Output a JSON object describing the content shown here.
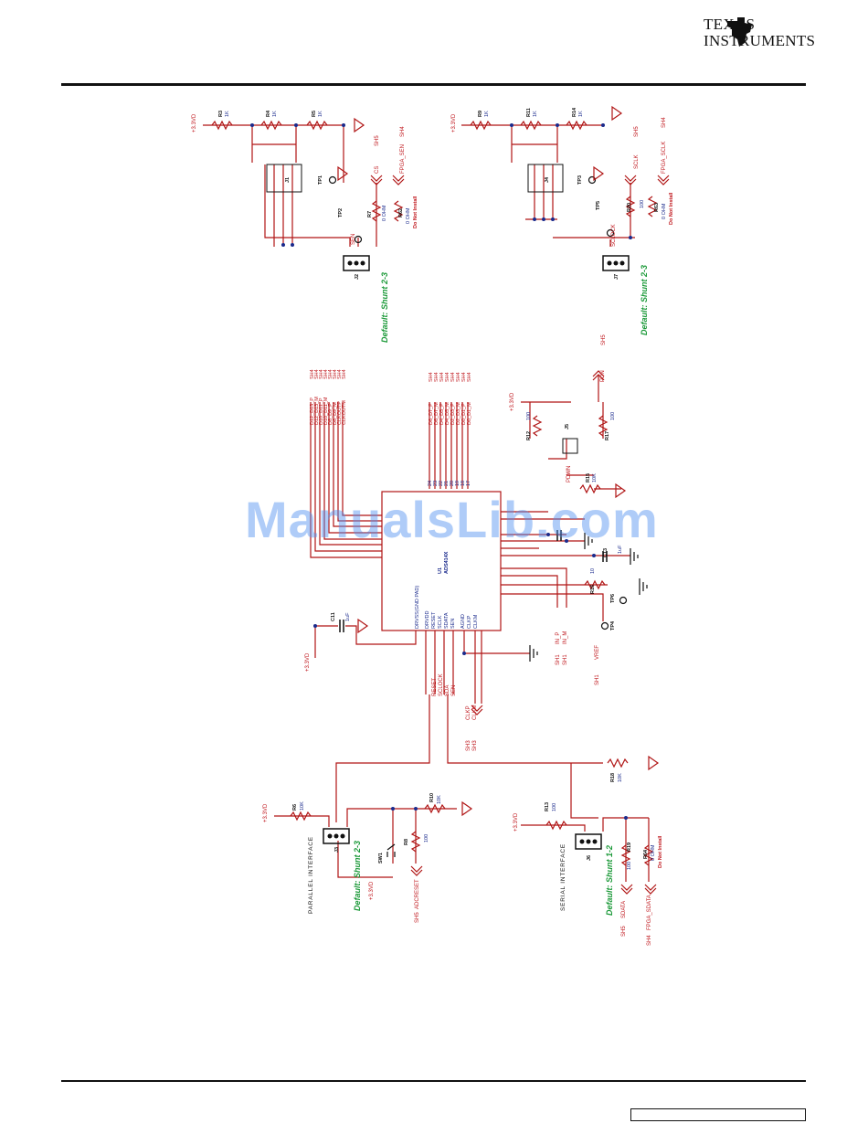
{
  "brand": {
    "line1": "TEXAS",
    "line2": "INSTRUMENTS",
    "logo_icon": "ti-logo-icon"
  },
  "watermark": "ManualsLib.com",
  "colors": {
    "wire": "#b01515",
    "text_red": "#c0181e",
    "text_blue": "#1a2a8c",
    "default_green": "#1d9a3a",
    "rule": "#111111"
  },
  "labels": {
    "vdd": "+3.3VD",
    "sh5": "SH5",
    "sh4": "SH4",
    "sh3": "SH3",
    "sh1": "SH1",
    "r3": "R3",
    "r4": "R4",
    "r5": "R5",
    "r9": "R9",
    "r11": "R11",
    "r14": "R14",
    "r1k": "1K",
    "j1": "J1",
    "j4": "J4",
    "j2": "J2",
    "j7": "J7",
    "j3": "J3",
    "j6": "J6",
    "j5": "J5",
    "tp1": "TP1",
    "tp2": "TP2",
    "tp3": "TP3",
    "tp5": "TP5",
    "tp6": "TP6",
    "tp4": "TP4",
    "cs": "CS",
    "fpga_sen": "FPGA_SEN",
    "sclk": "SCLK",
    "fpga_sclk": "FPGA_SCLK",
    "sen": "SEN",
    "sclock": "SCLOCK",
    "r7": "R7",
    "r62": "R62",
    "r20": "R20",
    "r63": "R63",
    "zero_ohm": "0 OHM",
    "do_not_install": "Do Not Install",
    "v100": "100",
    "default23": "Default: Shunt 2-3",
    "default12": "Default: Shunt 1-2",
    "pdn": "PDN",
    "pdwn": "PDWN",
    "r12": "R12",
    "r17": "R17",
    "r15": "R15",
    "r10k": "10K",
    "c11": "C11",
    "c13": "C13",
    "c1uf": "1uF",
    "r16": "R16",
    "v10": "10",
    "vref": "VREF",
    "u1": "U1",
    "u1_part": "ADS414X",
    "left_bus": [
      "D12_D13_P",
      "D12_D13_M",
      "D10_D11_P",
      "D10_D11_M",
      "D8_D9_P",
      "D8_D9_M",
      "CLKOUTP",
      "CLKOUTM"
    ],
    "right_bus": [
      "D6_D7_P",
      "D6_D7_M",
      "D4_D5_P",
      "D4_D5_M",
      "D2_D3_P",
      "D2_D3_M",
      "D0_D1_P",
      "D0_D1_M"
    ],
    "pins_top": [
      "24",
      "23",
      "22",
      "21",
      "20",
      "19",
      "18",
      "17"
    ],
    "u1_left_pins": [
      "DRVDD",
      "RESET",
      "SCLK",
      "SDATA",
      "SEN",
      "AGND",
      "CLKP",
      "CLKM"
    ],
    "u1_gnd": "DRVSS(GND PAD)",
    "ctrl_nets": [
      "RESET",
      "SCLOCK",
      "SDA",
      "SEN"
    ],
    "clk_nets": [
      "CLKP",
      "CLKM"
    ],
    "in_nets": [
      "IN_P",
      "IN_M"
    ],
    "r18": "R18",
    "r6": "R6",
    "r10": "R10",
    "r8": "R8",
    "sw1": "SW1",
    "r13": "R13",
    "r19": "R19",
    "r64": "R64",
    "adc_reset": "ADCRESET",
    "sdata": "SDATA",
    "fpga_sdata": "FPGA_SDATA",
    "parallel": "PARALLEL INTERFACE",
    "serial": "SERIAL INTERFACE"
  }
}
